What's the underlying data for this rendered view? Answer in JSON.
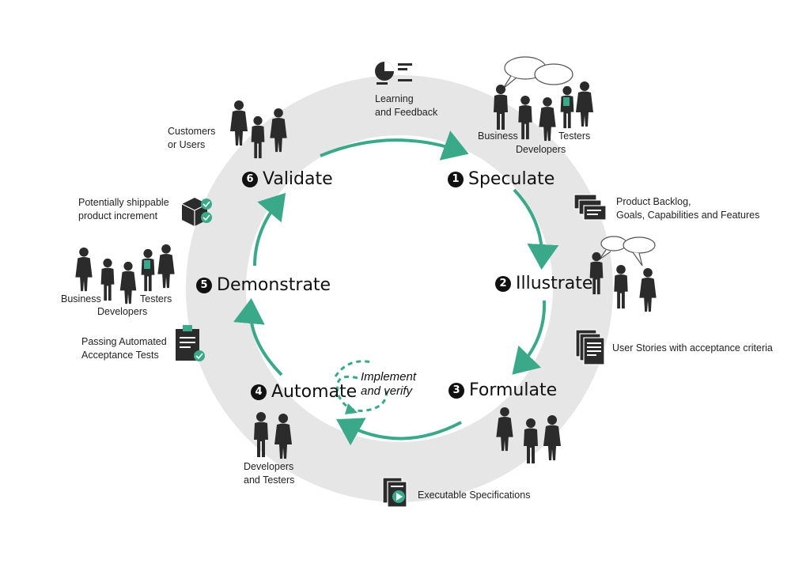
{
  "accent_color": "#3aa98a",
  "ring_color": "#e6e6e6",
  "steps": [
    {
      "num": "1",
      "label": "Speculate"
    },
    {
      "num": "2",
      "label": "Illustrate"
    },
    {
      "num": "3",
      "label": "Formulate"
    },
    {
      "num": "4",
      "label": "Automate"
    },
    {
      "num": "5",
      "label": "Demonstrate"
    },
    {
      "num": "6",
      "label": "Validate"
    }
  ],
  "annotations": {
    "learning": [
      "Learning",
      "and Feedback"
    ],
    "customers": [
      "Customers",
      "or Users"
    ],
    "shippable": [
      "Potentially shippable",
      "product increment"
    ],
    "backlog": [
      "Product Backlog,",
      "Goals, Capabilities and Features"
    ],
    "user_stories": "User Stories with acceptance criteria",
    "passing_tests": [
      "Passing Automated",
      "Acceptance Tests"
    ],
    "executable_specs": "Executable Specifications",
    "implement": [
      "Implement",
      "and verify"
    ],
    "dev_testers": [
      "Developers",
      "and Testers"
    ]
  },
  "roles": {
    "business": "Business",
    "developers": "Developers",
    "testers": "Testers"
  },
  "icons": [
    "pie-chart-icon",
    "box-check-icon",
    "cards-icon",
    "document-stack-icon",
    "clipboard-check-icon",
    "video-doc-icon",
    "person-icon",
    "speech-bubble-icon"
  ]
}
